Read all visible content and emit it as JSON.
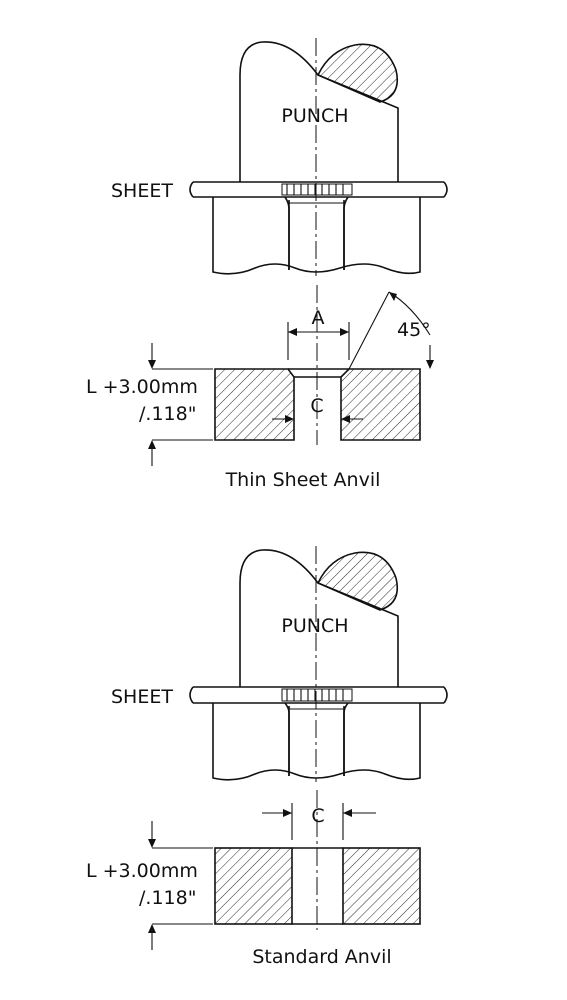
{
  "figure_top": {
    "punch_label": "PUNCH",
    "sheet_label": "SHEET",
    "dim_a": "A",
    "dim_angle": "45°",
    "dim_c": "C",
    "thickness_line1": "L +3.00mm",
    "thickness_line2": "/.118\"",
    "caption": "Thin Sheet Anvil"
  },
  "figure_bottom": {
    "punch_label": "PUNCH",
    "sheet_label": "SHEET",
    "dim_c": "C",
    "thickness_line1": "L +3.00mm",
    "thickness_line2": "/.118\"",
    "caption": "Standard Anvil"
  },
  "colors": {
    "ink": "#111111",
    "background": "#ffffff"
  }
}
